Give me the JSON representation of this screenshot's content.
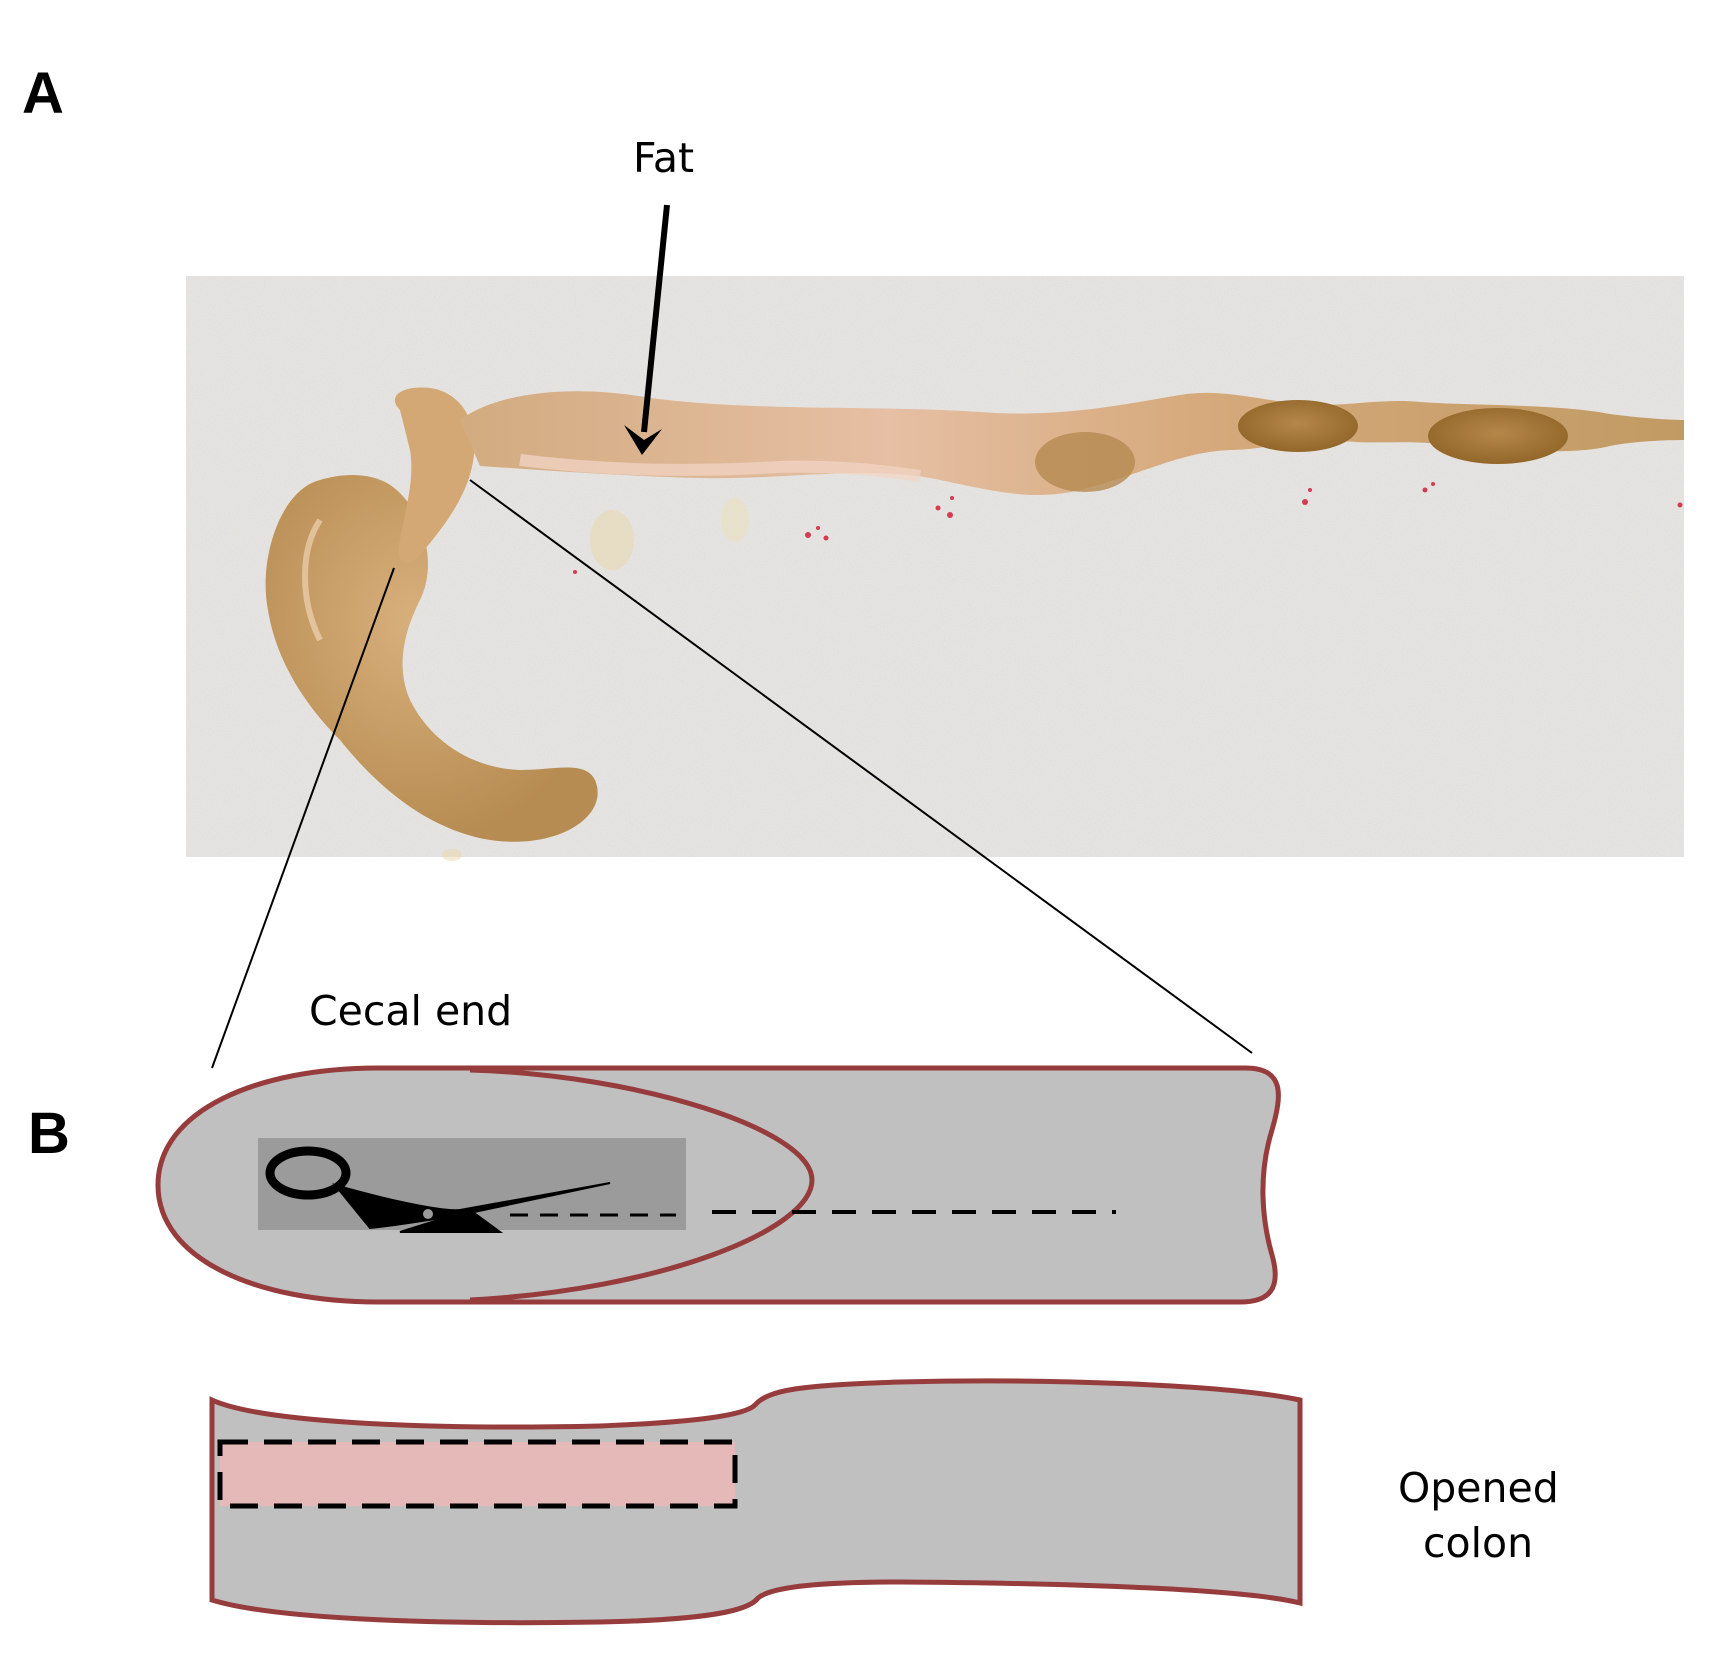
{
  "panels": {
    "a": {
      "letter": "A"
    },
    "b": {
      "letter": "B"
    }
  },
  "labels": {
    "fat": "Fat",
    "cecal_end": "Cecal end",
    "opened_colon_line1": "Opened",
    "opened_colon_line2": "colon"
  },
  "colors": {
    "background": "#ffffff",
    "paper_towel": "#ebe9e6",
    "tissue": "#d2a577",
    "tissue_dark": "#a57a3c",
    "tissue_pink": "#e7c3a7",
    "blood_spot": "#d23c50",
    "diagram_fill": "#c0c0c0",
    "diagram_outline": "#963c3c",
    "sample_region": "#e6b9b9",
    "scissor_box": "#9b9b9b",
    "ink": "#000000"
  },
  "icons": {
    "scissors": "scissors-icon",
    "arrow": "arrow-down-icon"
  }
}
